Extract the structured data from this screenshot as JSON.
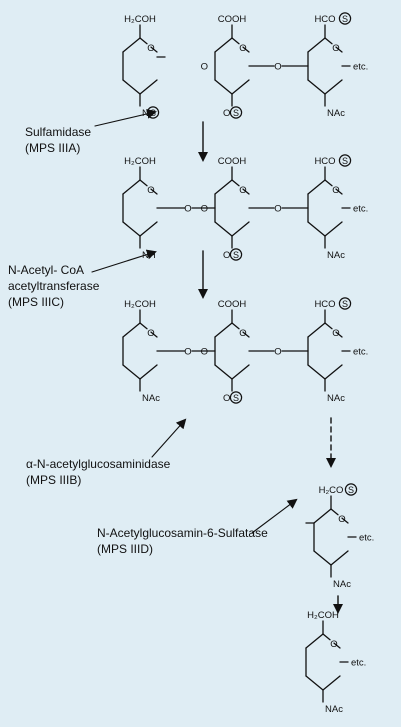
{
  "colors": {
    "background": "#dfedf4",
    "ink": "#111111"
  },
  "glyphs": {
    "sulfate_mark": "S"
  },
  "labels": {
    "ch2oh": "H₂COH",
    "cooh": "COOH",
    "hco": "HCO",
    "h2co": "H₂CO",
    "o": "O",
    "n": "N",
    "nh": "NH",
    "nac": "NAc",
    "etc": "etc."
  },
  "enzymes": {
    "sulfamidase": {
      "name": "Sulfamidase",
      "disease": "(MPS IIIA)"
    },
    "acetyltransferase": {
      "name_line1": "N-Acetyl- CoA",
      "name_line2": "acetyltransferase",
      "disease": "(MPS IIIC)"
    },
    "glucosaminidase": {
      "name": "α-N-acetylglucosaminidase",
      "disease": "(MPS IIIB)"
    },
    "sulfatase": {
      "name": "N-Acetylglucosamin-6-Sulfatase",
      "disease": "(MPS IIID)"
    }
  }
}
